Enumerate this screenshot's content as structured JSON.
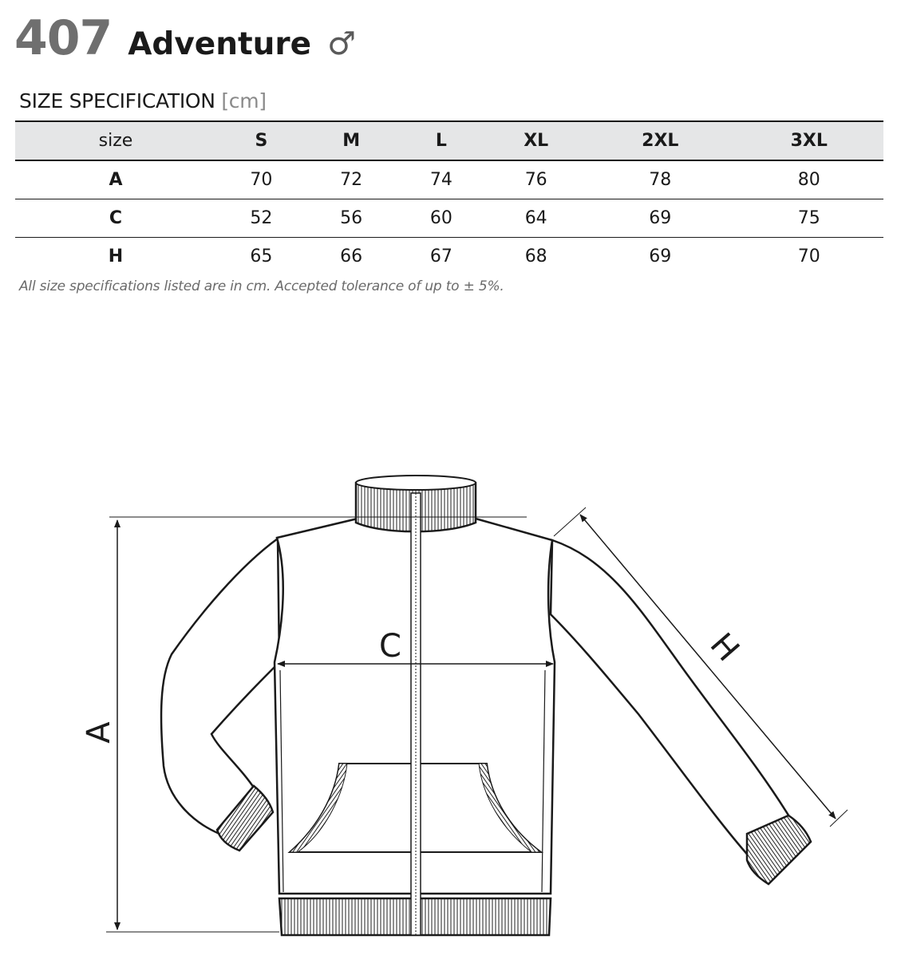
{
  "product": {
    "number": "407",
    "name": "Adventure",
    "gender_symbol": "♂",
    "gender_icon": "male-symbol-icon"
  },
  "section": {
    "title": "SIZE SPECIFICATION",
    "unit": "[cm]"
  },
  "table": {
    "headers": [
      "size",
      "S",
      "M",
      "L",
      "XL",
      "2XL",
      "3XL"
    ],
    "rows": [
      {
        "label": "A",
        "values": [
          "70",
          "72",
          "74",
          "76",
          "78",
          "80"
        ]
      },
      {
        "label": "C",
        "values": [
          "52",
          "56",
          "60",
          "64",
          "69",
          "75"
        ]
      },
      {
        "label": "H",
        "values": [
          "65",
          "66",
          "67",
          "68",
          "69",
          "70"
        ]
      }
    ]
  },
  "footnote": "All size specifications listed are in cm. Accepted tolerance of up to ± 5%.",
  "diagram": {
    "label_a": "A",
    "label_c": "C",
    "label_h": "H"
  }
}
